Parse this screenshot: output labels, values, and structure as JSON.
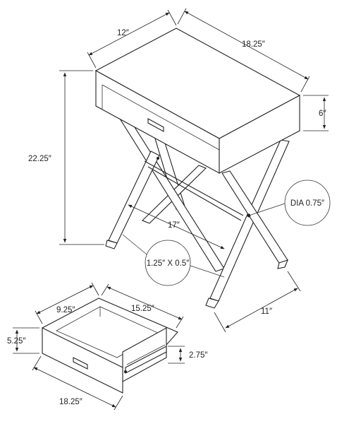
{
  "dimensions": {
    "top_depth": "12″",
    "top_width": "18.25″",
    "drawer_front_height": "6″",
    "total_height": "22.25″",
    "leg_diameter": "DIA 0.75″",
    "leg_span": "17″",
    "leg_section": "1.25″ X 0.5″",
    "base_depth": "11″",
    "drawer_inner_depth": "9.25″",
    "drawer_inner_width": "15.25″",
    "drawer_height": "5.25″",
    "drawer_box_height": "2.75″",
    "drawer_front_width": "18.25″"
  },
  "icons": {
    "handle": "drawer-handle-icon",
    "arrow": "dimension-arrow-icon",
    "callout": "callout-circle-icon"
  }
}
